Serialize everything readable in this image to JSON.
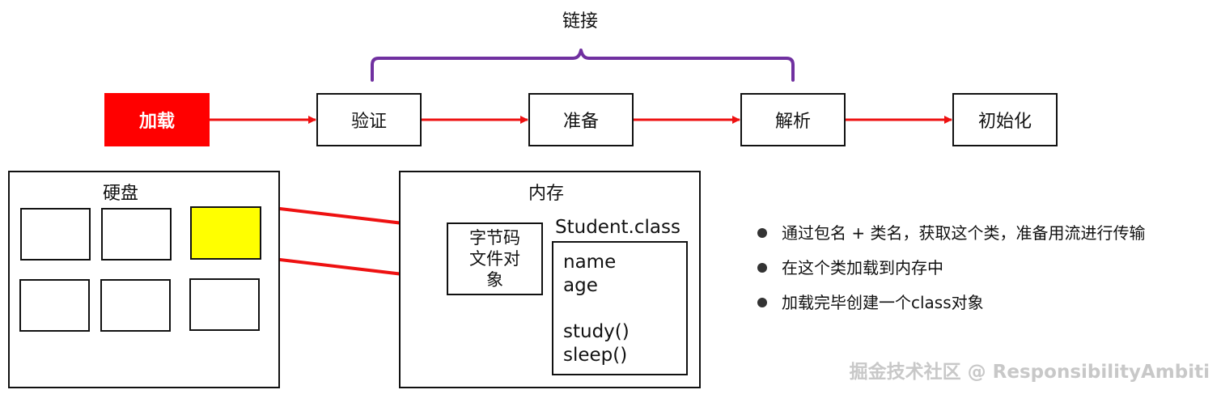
{
  "link_group": {
    "label": "链接"
  },
  "stages": [
    {
      "label": "加载"
    },
    {
      "label": "验证"
    },
    {
      "label": "准备"
    },
    {
      "label": "解析"
    },
    {
      "label": "初始化"
    }
  ],
  "disk": {
    "title": "硬盘"
  },
  "memory": {
    "title": "内存",
    "bytecode_object": {
      "lines": [
        "字节码",
        "文件对",
        "象"
      ]
    },
    "class_box": {
      "title": "Student.class",
      "fields": [
        "name",
        "age"
      ],
      "methods": [
        "study()",
        "sleep()"
      ]
    }
  },
  "notes": [
    "通过包名 + 类名，获取这个类，准备用流进行传输",
    "在这个类加载到内存中",
    "加载完毕创建一个class对象"
  ],
  "watermark": "掘金技术社区 @ ResponsibilityAmbiti",
  "colors": {
    "active_stage": "#ff0000",
    "arrow": "#ee1111",
    "link_brace": "#7030a0",
    "highlight_file": "#ffff00"
  }
}
